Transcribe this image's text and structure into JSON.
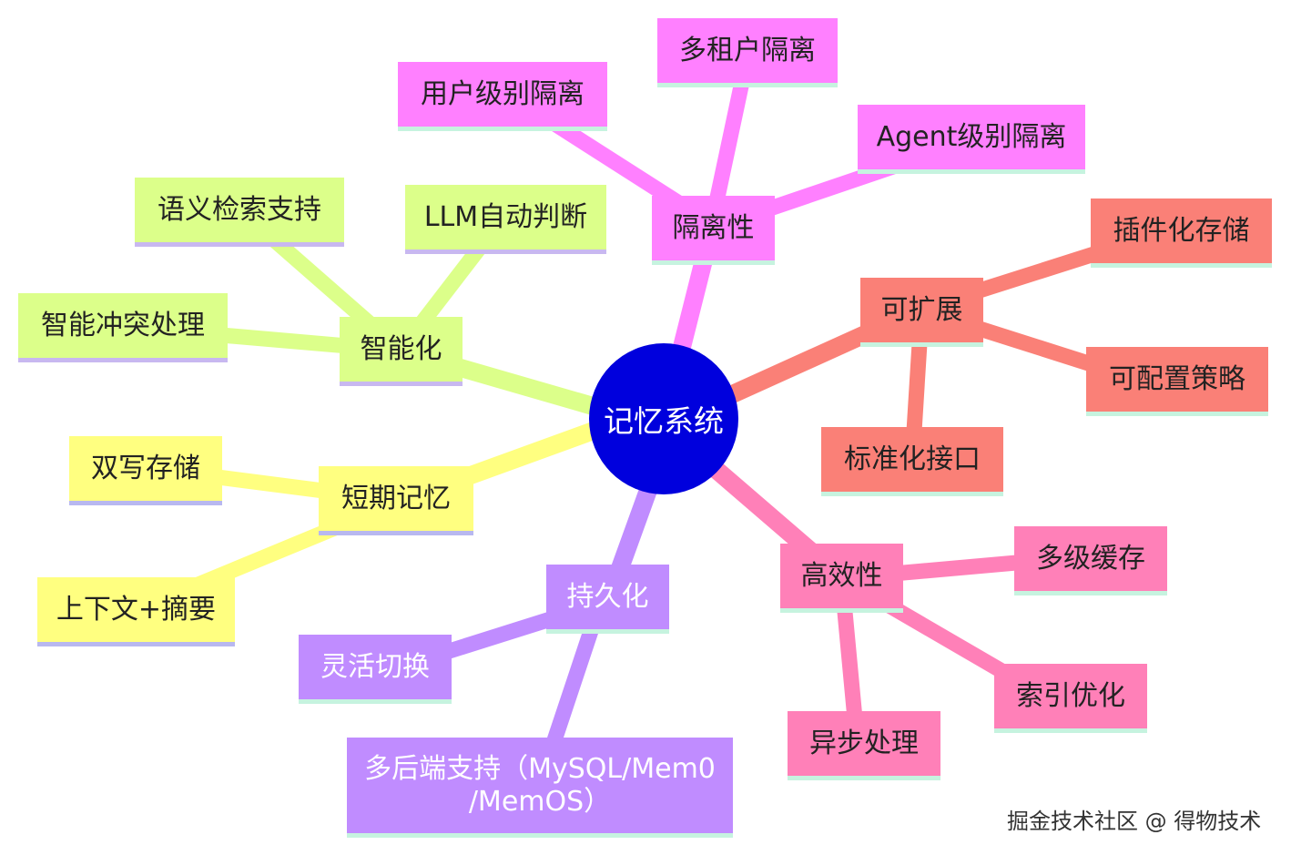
{
  "root": {
    "label": "记忆系统",
    "color": "#0000dd"
  },
  "branches": {
    "isolation": {
      "label": "隔离性",
      "color": "#ff80ff",
      "children": [
        "用户级别隔离",
        "多租户隔离",
        "Agent级别隔离"
      ]
    },
    "extensible": {
      "label": "可扩展",
      "color": "#fa8077",
      "children": [
        "插件化存储",
        "可配置策略",
        "标准化接口"
      ]
    },
    "efficiency": {
      "label": "高效性",
      "color": "#ff80b8",
      "children": [
        "多级缓存",
        "索引优化",
        "异步处理"
      ]
    },
    "persistence": {
      "label": "持久化",
      "color": "#c08cff",
      "children": [
        "灵活切换",
        "多后端支持（MySQL/Mem0 /MemOS）"
      ]
    },
    "short_memory": {
      "label": "短期记忆",
      "color": "#ffff80",
      "children": [
        "双写存储",
        "上下文+摘要"
      ]
    },
    "intelligence": {
      "label": "智能化",
      "color": "#dcff8a",
      "children": [
        "语义检索支持",
        "LLM自动判断",
        "智能冲突处理"
      ]
    }
  },
  "watermark": "掘金技术社区 @ 得物技术"
}
